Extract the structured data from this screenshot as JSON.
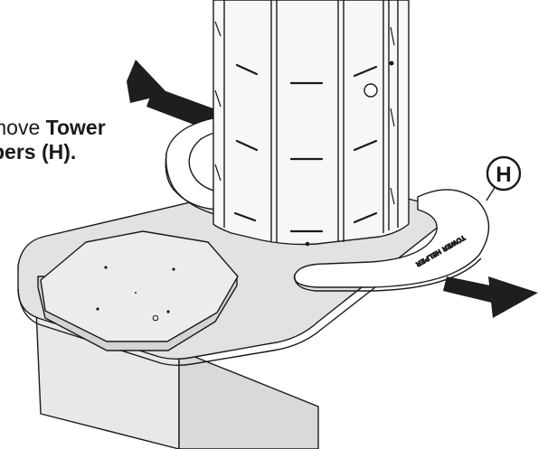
{
  "instruction": {
    "line1_prefix": "move ",
    "line1_bold": "Tower",
    "line2_bold": "pers (H)."
  },
  "callout": {
    "label": "H"
  },
  "helper_imprint": "TOWER HELPER",
  "colors": {
    "line": "#1a1a1a",
    "arrow": "#1e1e1e",
    "base_top": "#dcdcdc",
    "base_side": "#e6e6e6",
    "tower_panel": "#f7f7f7",
    "helper_fill": "#ffffff"
  }
}
